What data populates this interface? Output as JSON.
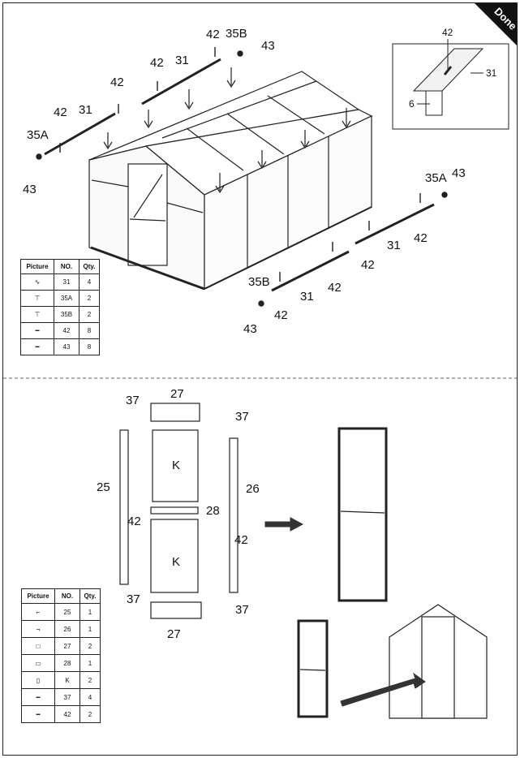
{
  "badge": {
    "text": "Done"
  },
  "top_section": {
    "callouts": {
      "left_35a": "35A",
      "left_43": "43",
      "left_42a": "42",
      "left_31a": "31",
      "left_42b": "42",
      "top_42": "42",
      "top_31": "31",
      "top_42c": "42",
      "top_35b": "35B",
      "top_43": "43",
      "right_35a": "35A",
      "right_43": "43",
      "right_42a": "42",
      "right_31": "31",
      "right_42b": "42",
      "bottom_35b": "35B",
      "bottom_43": "43",
      "bottom_42a": "42",
      "bottom_31": "31",
      "bottom_42b": "42"
    },
    "detail": {
      "label_42": "42",
      "label_31": "31",
      "label_6": "6"
    },
    "parts_table": {
      "headers": [
        "Picture",
        "NO.",
        "Qty."
      ],
      "rows": [
        {
          "icon": "ridge-profile-icon",
          "no": "31",
          "qty": "4"
        },
        {
          "icon": "bolt-icon",
          "no": "35A",
          "qty": "2"
        },
        {
          "icon": "bolt-icon",
          "no": "35B",
          "qty": "2"
        },
        {
          "icon": "screw-icon",
          "no": "42",
          "qty": "8"
        },
        {
          "icon": "screw-icon",
          "no": "43",
          "qty": "8"
        }
      ]
    }
  },
  "bottom_section": {
    "callouts": {
      "c37_tl": "37",
      "c27_top": "27",
      "c37_tr": "37",
      "c25": "25",
      "c26": "26",
      "c28": "28",
      "c42_l": "42",
      "c42_r": "42",
      "c37_bl": "37",
      "c37_br": "37",
      "c27_bottom": "27",
      "panel_k_top": "K",
      "panel_k_bottom": "K"
    },
    "parts_table": {
      "headers": [
        "Picture",
        "NO.",
        "Qty."
      ],
      "rows": [
        {
          "icon": "frame-left-icon",
          "no": "25",
          "qty": "1"
        },
        {
          "icon": "frame-right-icon",
          "no": "26",
          "qty": "1"
        },
        {
          "icon": "frame-top-icon",
          "no": "27",
          "qty": "2"
        },
        {
          "icon": "frame-middle-icon",
          "no": "28",
          "qty": "1"
        },
        {
          "icon": "panel-icon",
          "no": "K",
          "qty": "2"
        },
        {
          "icon": "screw-icon",
          "no": "37",
          "qty": "4"
        },
        {
          "icon": "screw-icon",
          "no": "42",
          "qty": "2"
        }
      ]
    }
  }
}
